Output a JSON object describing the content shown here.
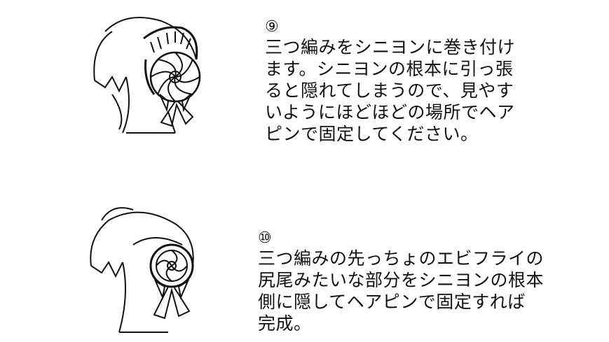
{
  "steps": [
    {
      "number": "⑨",
      "lines": [
        "三つ編みをシニヨンに巻き付け",
        "ます。シニヨンの根本に引っ張",
        "ると隠れてしまうので、見やす",
        "いようにほどほどの場所でヘア",
        "ピンで固定してください。"
      ]
    },
    {
      "number": "⑩",
      "lines": [
        "三つ編みの先っちょのエビフライの",
        "尻尾みたいな部分をシニヨンの根本",
        "側に隠してヘアピンで固定すれば",
        "完成。"
      ]
    }
  ]
}
